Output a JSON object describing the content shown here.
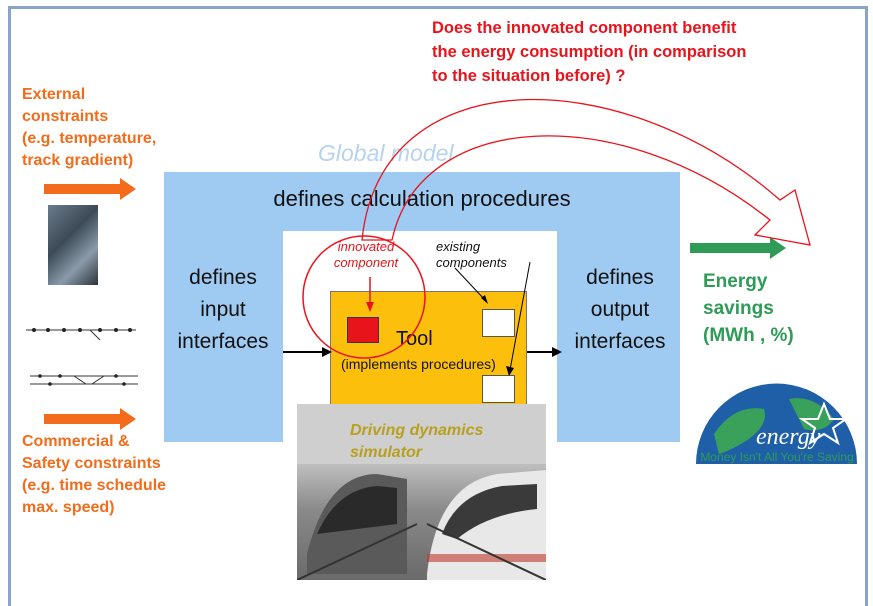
{
  "question": {
    "line1": "Does the innovated component benefit",
    "line2": "the energy consumption (in comparison",
    "line3": "to the situation before) ?"
  },
  "external": {
    "line1": "External",
    "line2": "constraints",
    "line3": "(e.g. temperature,",
    "line4": "track gradient)"
  },
  "commercial": {
    "line1": "Commercial &",
    "line2": "Safety constraints",
    "line3": "(e.g. time schedule",
    "line4": "max. speed)"
  },
  "global_model": "Global model",
  "calc_procedures": "defines calculation procedures",
  "input_interfaces": {
    "line1": "defines",
    "line2": "input",
    "line3": "interfaces"
  },
  "output_interfaces": {
    "line1": "defines",
    "line2": "output",
    "line3": "interfaces"
  },
  "innovated": {
    "line1": "innovated",
    "line2": "component"
  },
  "existing": {
    "line1": "existing",
    "line2": "components"
  },
  "tool": {
    "title": "Tool",
    "subtitle": "(implements procedures)"
  },
  "simulator": {
    "line1": "Driving dynamics",
    "line2": "simulator"
  },
  "energy_savings": {
    "line1": "Energy",
    "line2": "savings",
    "line3": "(MWh , %)"
  },
  "logo": {
    "word": "energy",
    "tagline": "Money Isn't All You're Saving"
  },
  "colors": {
    "red": "#e8141c",
    "orange": "#f26c1c",
    "green": "#2f9b57",
    "light_blue": "#9fcbf3",
    "tool_yellow": "#fcc00c"
  }
}
